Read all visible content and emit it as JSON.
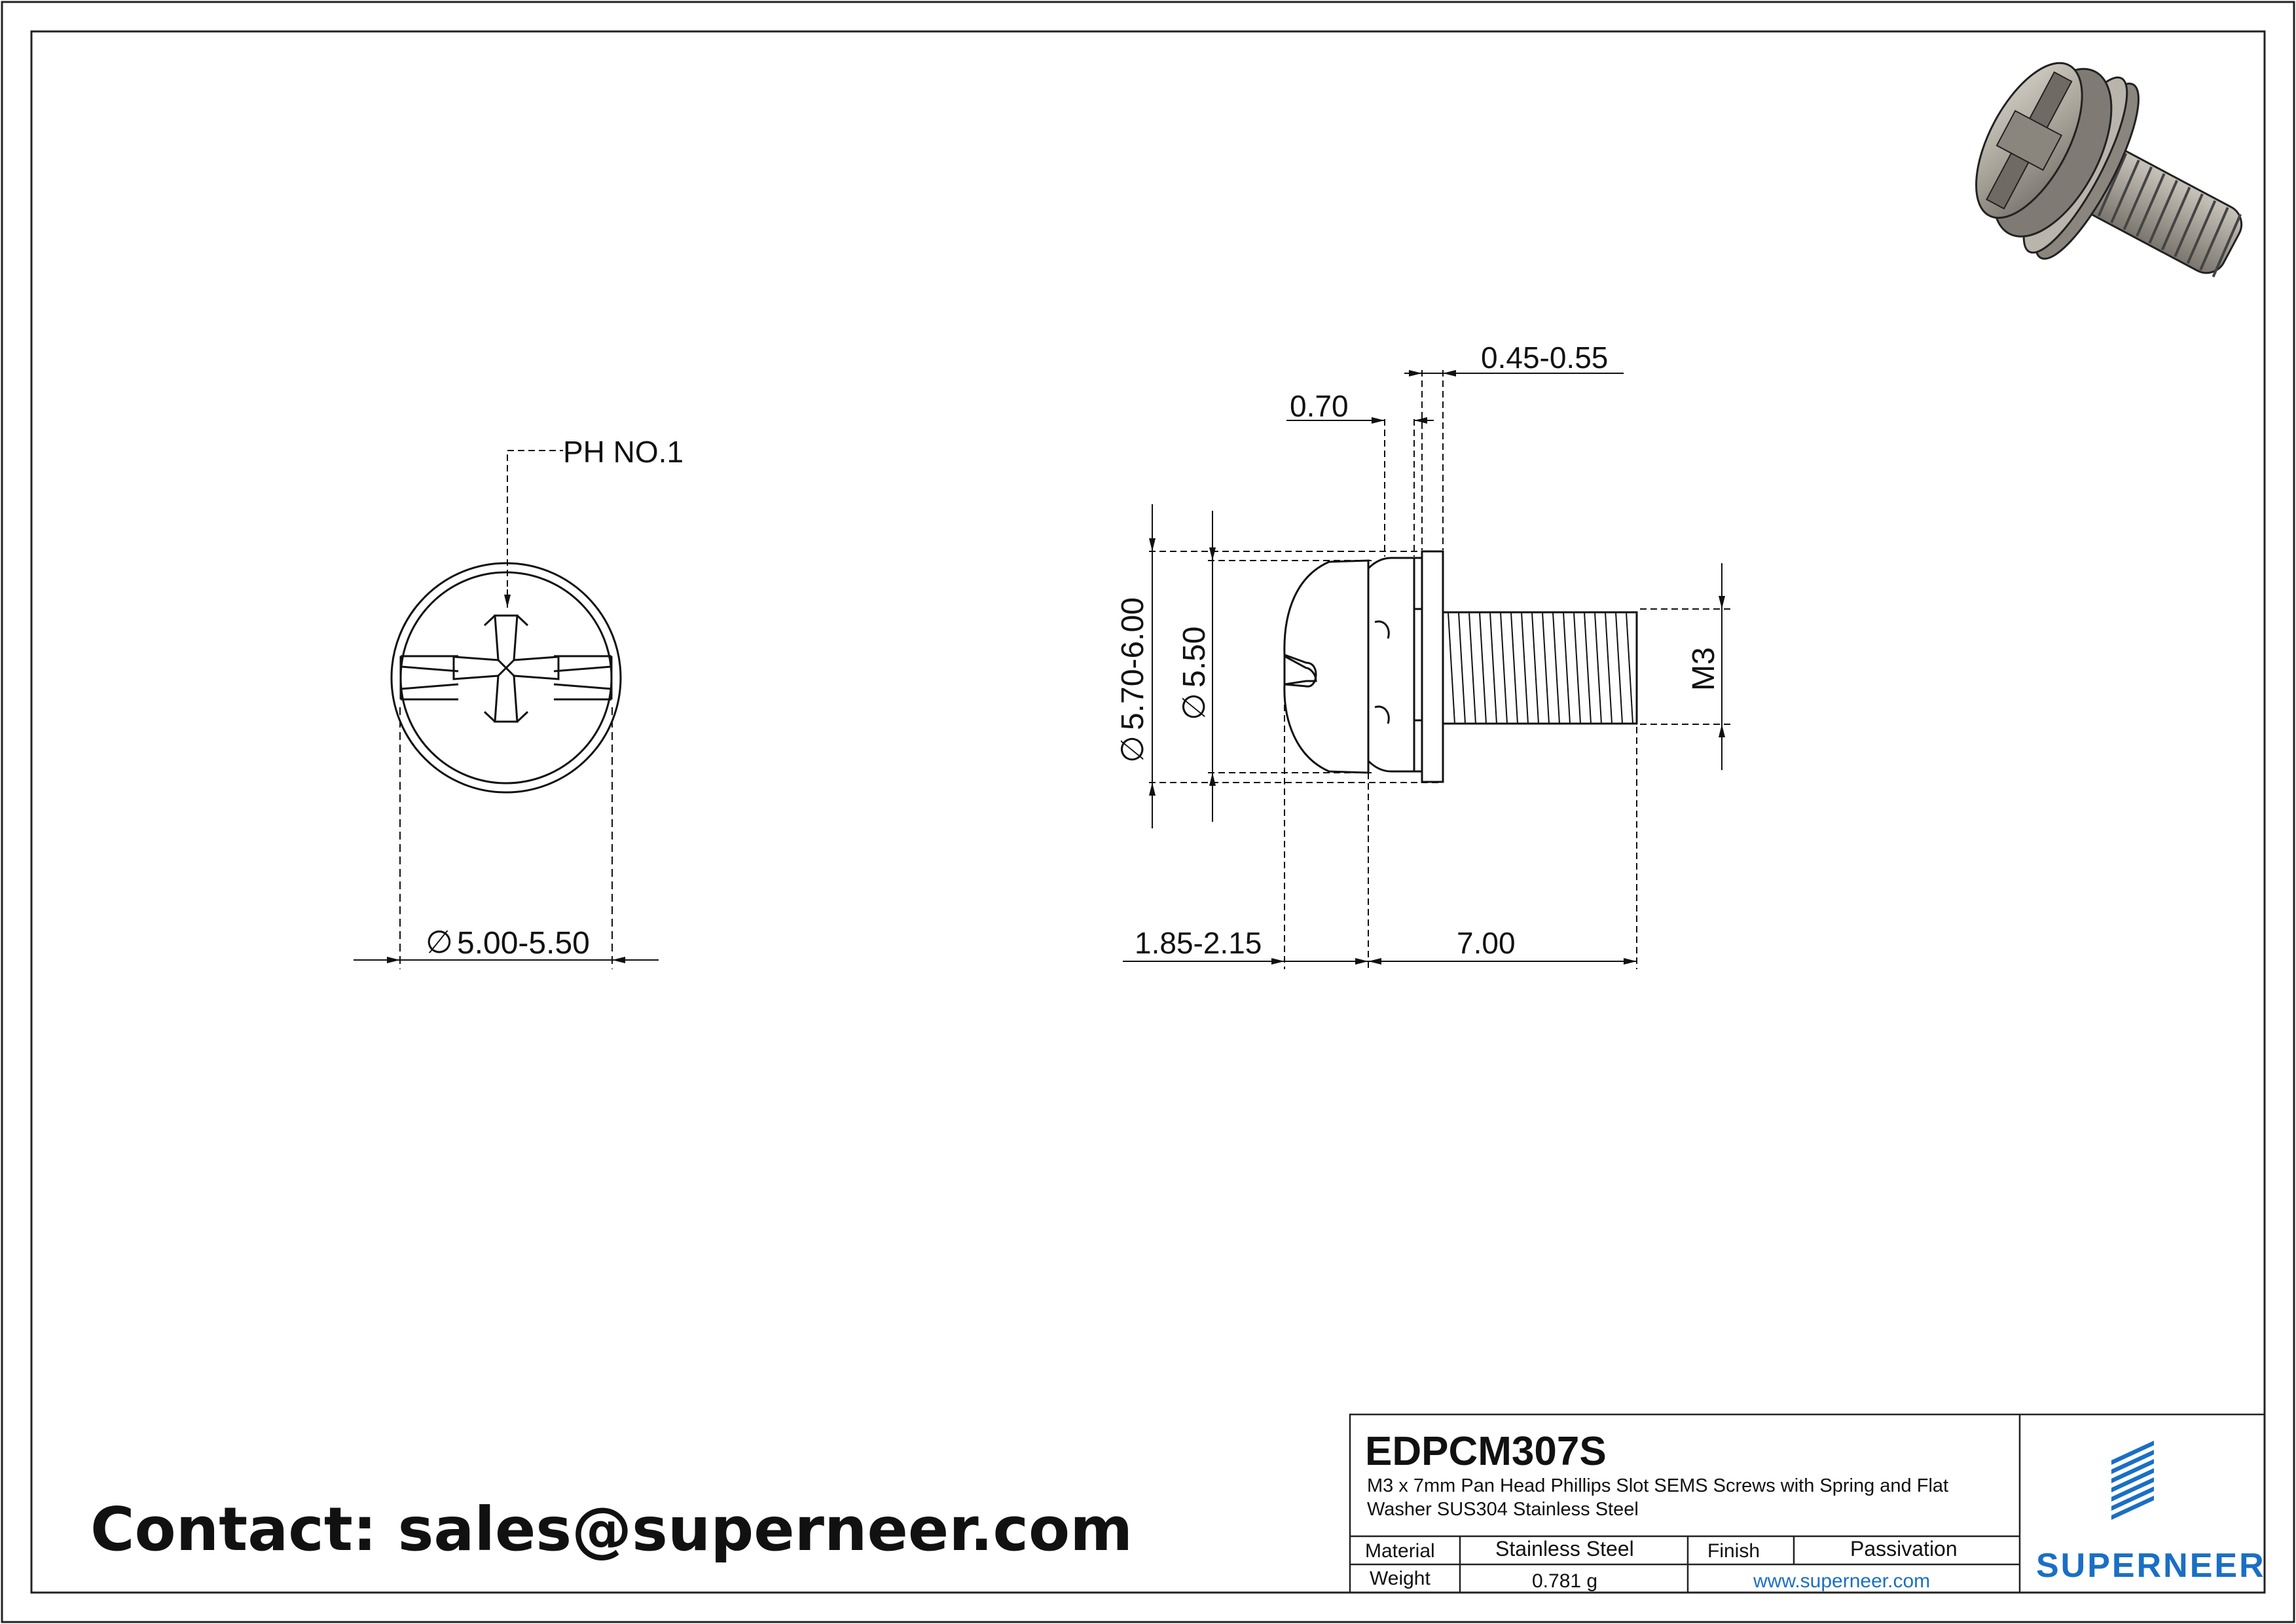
{
  "annotations": {
    "ph_label": "PH NO.1",
    "dia_head_top": "5.00-5.50",
    "dim_070": "0.70",
    "dim_045_055": "0.45-0.55",
    "dim_dia_570_600": "5.70-6.00",
    "dim_dia_550": "5.50",
    "dim_m3": "M3",
    "dim_185_215": "1.85-2.15",
    "dim_700": "7.00"
  },
  "contact": {
    "text": "Contact: sales@superneer.com"
  },
  "title_block": {
    "part_number": "EDPCM307S",
    "description_line1": "M3 x 7mm Pan Head Phillips Slot SEMS Screws with Spring and Flat",
    "description_line2": "Washer SUS304 Stainless Steel",
    "material_label": "Material",
    "material_value": "Stainless Steel",
    "finish_label": "Finish",
    "finish_value": "Passivation",
    "weight_label": "Weight",
    "weight_value": "0.781 g",
    "website": "www.superneer.com",
    "logo_text": "SUPERNEER",
    "logo_color": "#1a6fc4"
  }
}
